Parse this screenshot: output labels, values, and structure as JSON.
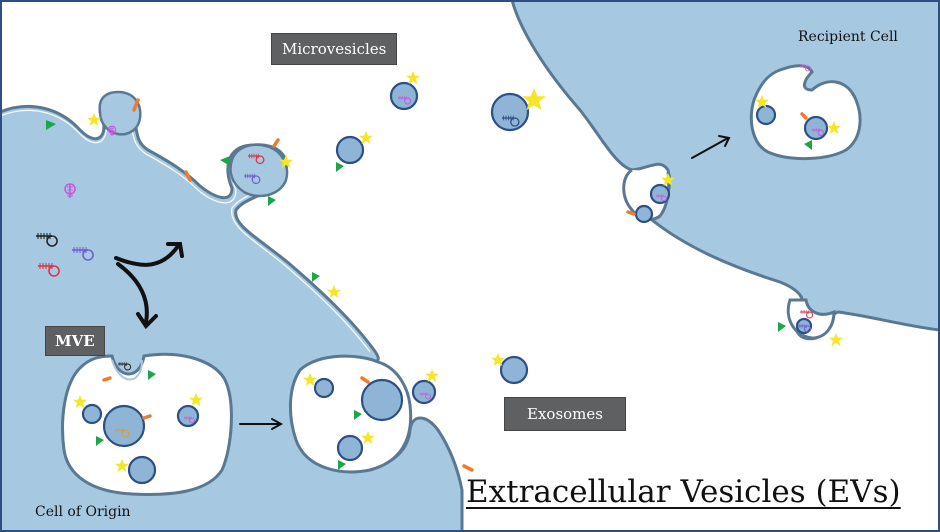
{
  "title": "Extracellular Vesicles (EVs)",
  "labels": {
    "microvesicles": "Microvesicles",
    "recipient_cell": "Recipient Cell",
    "mve": "MVE",
    "exosomes": "Exosomes",
    "cell_of_origin": "Cell of Origin"
  },
  "colors": {
    "cytoplasm": "#a6c8e0",
    "membrane": "#5b7892",
    "vesicle_fill": "#8fb5d6",
    "vesicle_ring": "#2c4f86",
    "star": "#f5e629",
    "triangle": "#1aa64a",
    "protein": "#f07b2d",
    "rna_magenta": "#c45ad8",
    "rna_purple": "#6e5fd0",
    "rna_red": "#d8344a",
    "rna_black": "#222222",
    "label_bg": "#5f6062",
    "frame": "#2f4f83"
  }
}
